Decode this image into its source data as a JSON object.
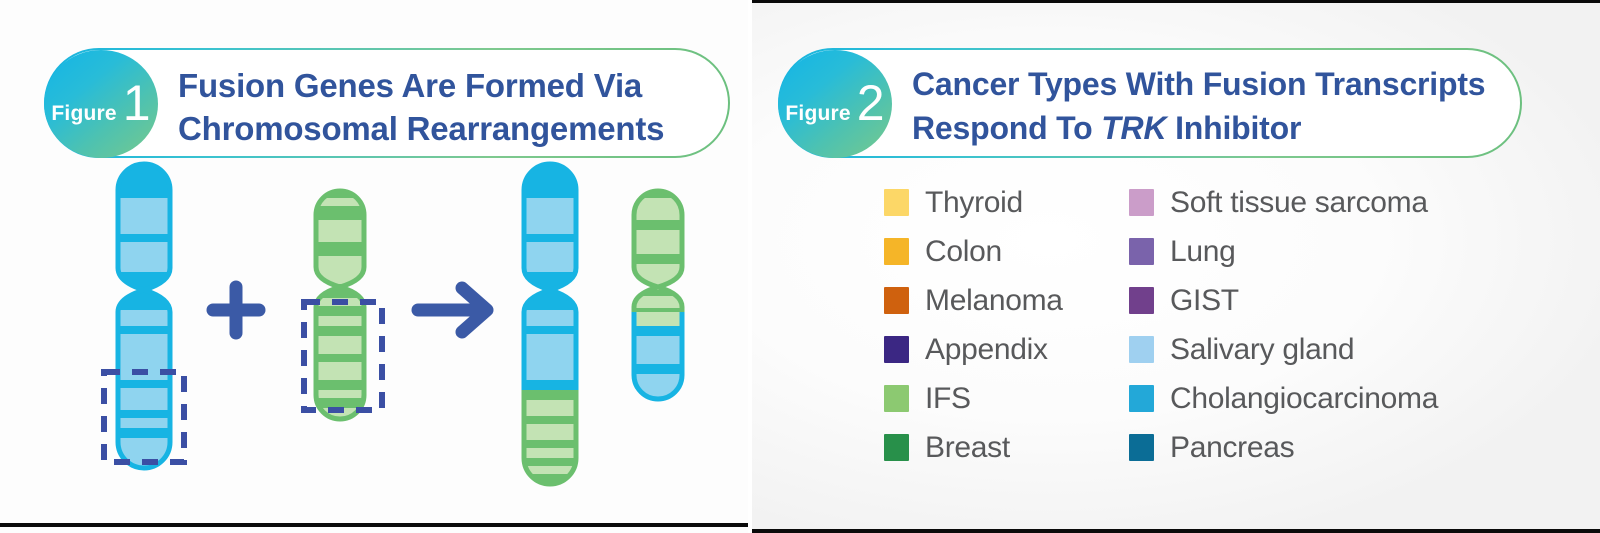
{
  "figure1": {
    "badge_word": "Figure",
    "badge_number": "1",
    "title_line1": "Fusion Genes Are Formed Via",
    "title_line2": "Chromosomal Rearrangements",
    "operators": {
      "plus": "+",
      "arrow": "→"
    },
    "colors": {
      "badge_start": "#13b5e6",
      "badge_end": "#77c98c",
      "border_start": "#16b4e0",
      "border_end": "#6cc07f",
      "title": "#31549c",
      "chromosome_blue": "#17b4e3",
      "chromosome_blue_band": "#8fd4ef",
      "chromosome_green": "#6bbf6e",
      "chromosome_green_band": "#c3e3b4",
      "dashed_box": "#3b4fa4",
      "operator": "#3b5aa6"
    },
    "chromosomes": [
      {
        "name": "chromosome-blue-donor",
        "top_color": "blue",
        "bottom_color": "blue",
        "breakpoint": true
      },
      {
        "name": "chromosome-green-donor",
        "top_color": "green",
        "bottom_color": "green",
        "breakpoint": true
      },
      {
        "name": "chromosome-fusion-product",
        "top_color": "blue",
        "bottom_color": "green",
        "breakpoint": false
      },
      {
        "name": "chromosome-reciprocal-product",
        "top_color": "green",
        "bottom_color": "blue",
        "breakpoint": false
      }
    ]
  },
  "figure2": {
    "badge_word": "Figure",
    "badge_number": "2",
    "title_line1": "Cancer Types With Fusion Transcripts",
    "title_line2_pre": "Respond To ",
    "title_line2_italic": "TRK",
    "title_line2_post": " Inhibitor",
    "legend": [
      {
        "label": "Thyroid",
        "color": "#fcd767"
      },
      {
        "label": "Soft tissue sarcoma",
        "color": "#cb9dc9"
      },
      {
        "label": "Colon",
        "color": "#f5b528"
      },
      {
        "label": "Lung",
        "color": "#7a63ab"
      },
      {
        "label": "Melanoma",
        "color": "#cf610e"
      },
      {
        "label": "GIST",
        "color": "#71408c"
      },
      {
        "label": "Appendix",
        "color": "#3b2783"
      },
      {
        "label": "Salivary gland",
        "color": "#9fd0f0"
      },
      {
        "label": "IFS",
        "color": "#8cc971"
      },
      {
        "label": "Cholangiocarcinoma",
        "color": "#23a8d8"
      },
      {
        "label": "Breast",
        "color": "#28904a"
      },
      {
        "label": "Pancreas",
        "color": "#0b6d96"
      }
    ],
    "colors": {
      "label_text": "#58595b",
      "title": "#31549c"
    }
  }
}
